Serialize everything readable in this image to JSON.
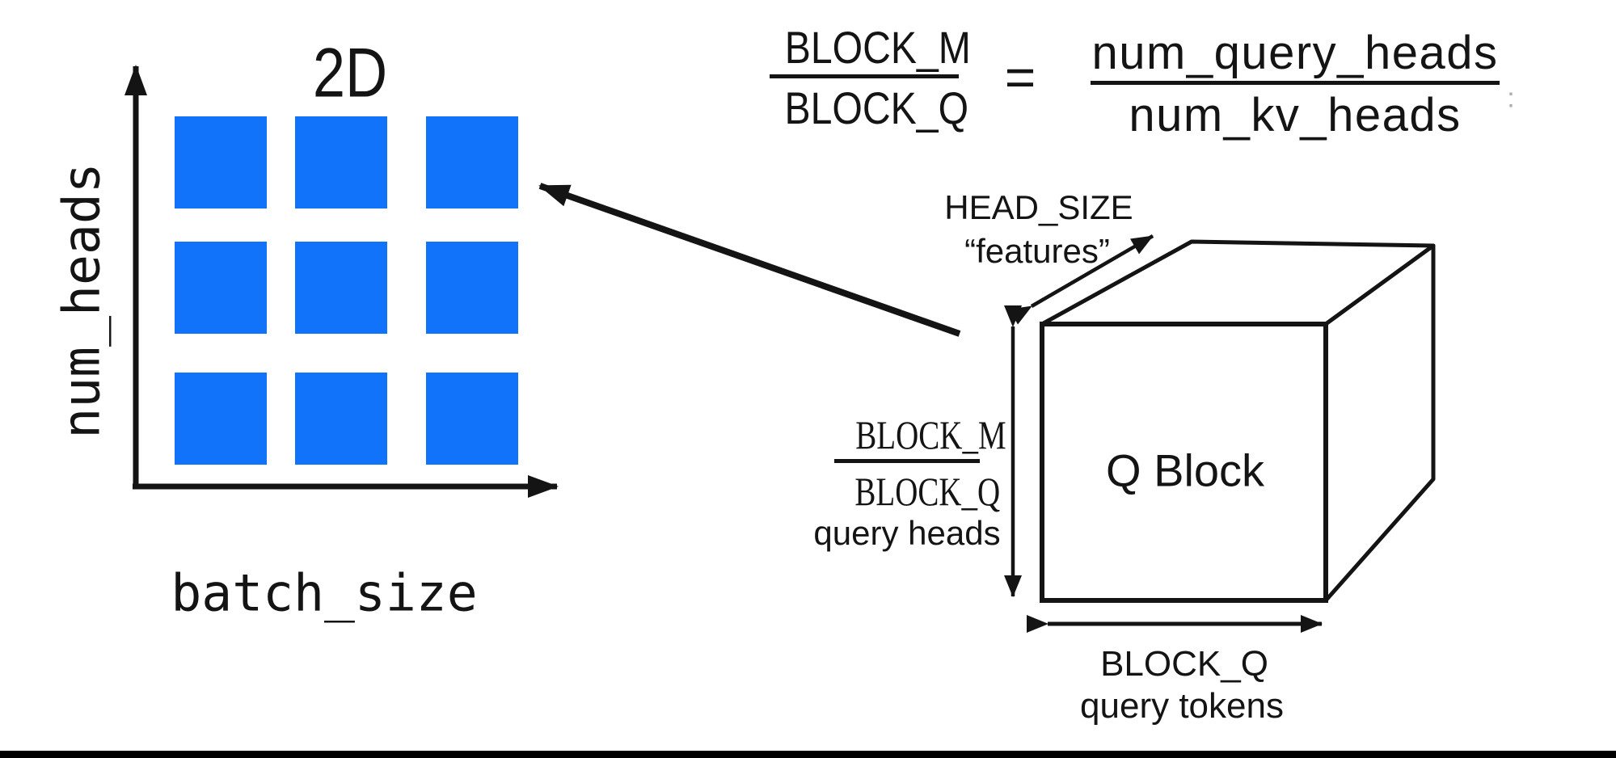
{
  "colors": {
    "square_blue": "#1172FA",
    "ink": "#141414",
    "bottom_bar": "#000000"
  },
  "grid_panel": {
    "title": "2D",
    "y_axis_label": "num_heads",
    "x_axis_label": "batch_size",
    "rows": 3,
    "cols": 3,
    "square_color": "#1172FA"
  },
  "formula": {
    "lhs_numerator": "BLOCK_M",
    "lhs_denominator": "BLOCK_Q",
    "equals": "=",
    "rhs_numerator": "num_query_heads",
    "rhs_denominator": "num_kv_heads",
    "stray_mark": ":"
  },
  "cube": {
    "label": "Q Block",
    "depth_dim_line1": "HEAD_SIZE",
    "depth_dim_line2": "“features”",
    "height_dim_numerator": "BLOCK_M",
    "height_dim_denominator": "BLOCK_Q",
    "height_dim_caption": "query heads",
    "width_dim_line1": "BLOCK_Q",
    "width_dim_line2": "query tokens"
  }
}
